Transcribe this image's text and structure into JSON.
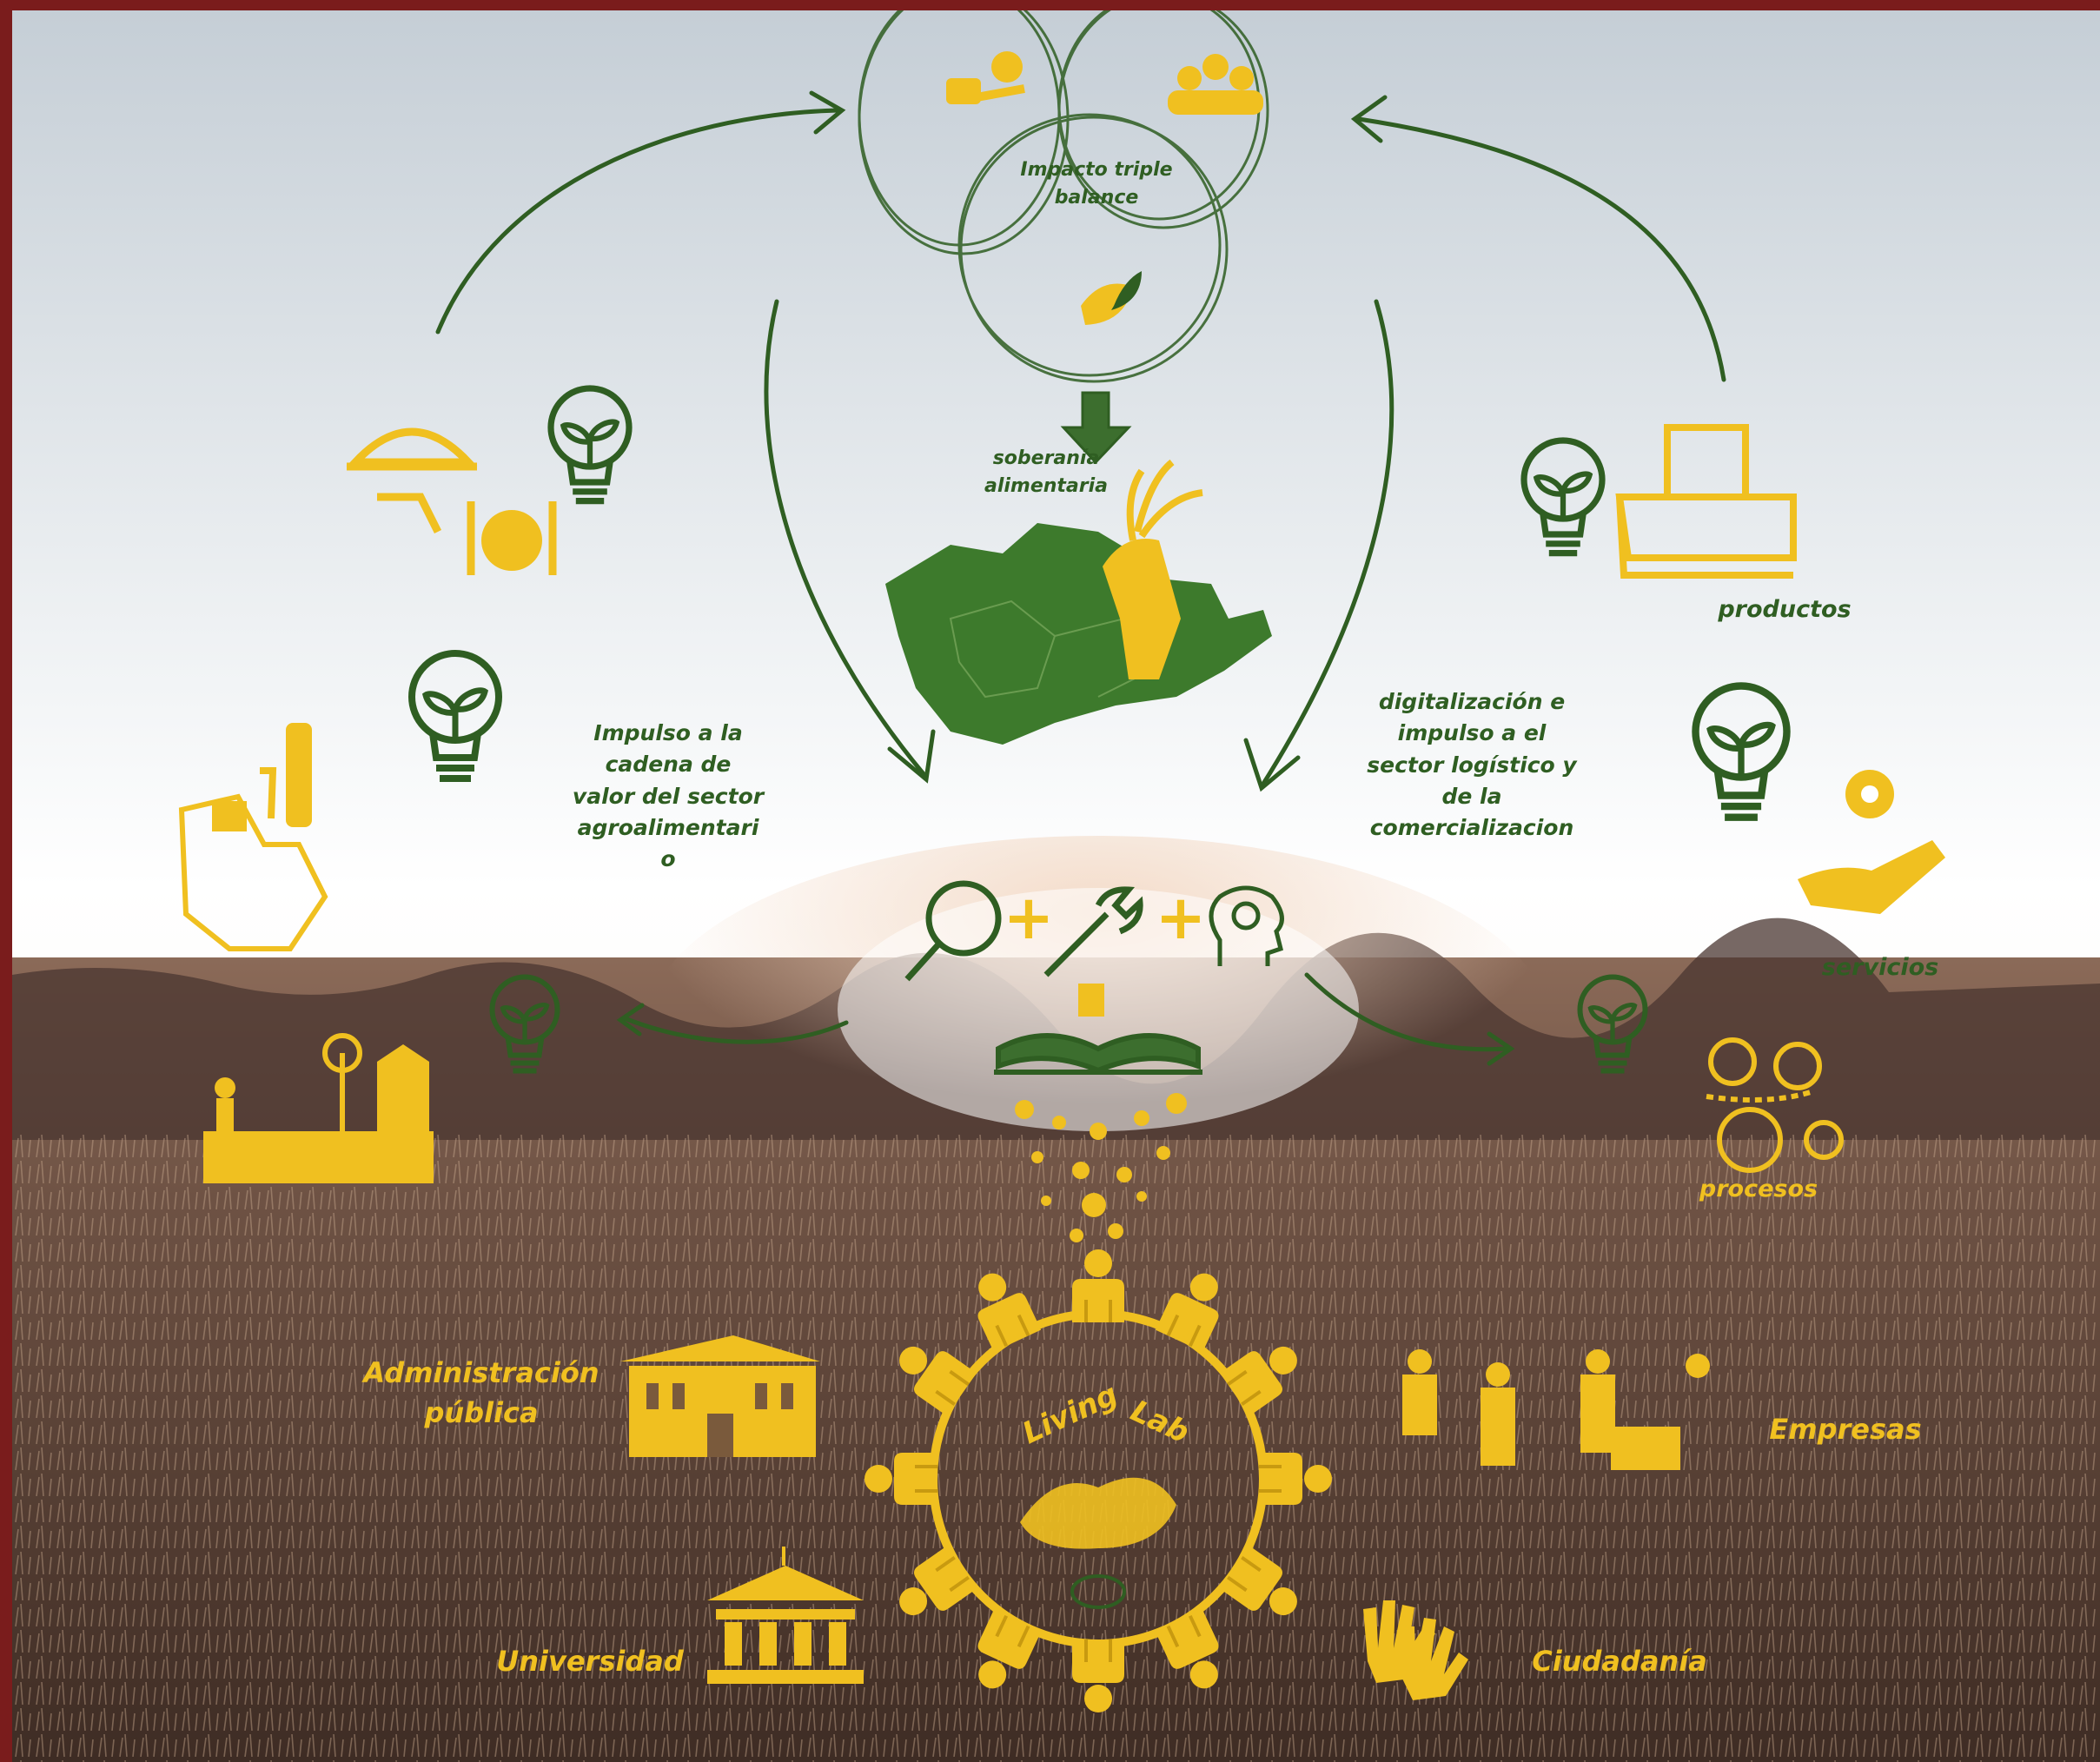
{
  "colors": {
    "frame": "#7a1c1c",
    "green": "#2f5e22",
    "gold": "#f0c020",
    "sky_top": "#c9d3da",
    "sky_glow": "#ffffff",
    "field": "#5a4436"
  },
  "labels": {
    "impact": "Impacto triple\nbalance",
    "food_sovereignty": "soberanía\nalimentaria",
    "products": "productos",
    "value_chain": "Impulso a la\ncadena de\nvalor del sector\nagroalimentari\no",
    "digitalization": "digitalización e\nimpulso a el\nsector logístico y\nde la\ncomercializacion",
    "services": "servicios",
    "processes": "procesos",
    "public_admin": "Administración\npública",
    "companies": "Empresas",
    "university": "Universidad",
    "citizens": "Ciudadanía",
    "living": "Living",
    "lab": "Lab"
  },
  "icons": [
    "hand-money-icon",
    "people-group-icon",
    "leaf-icon",
    "down-arrow-icon",
    "region-map-icon",
    "hand-grain-icon",
    "cloche-icon",
    "plate-cutlery-icon",
    "lightbulb-plant-icon",
    "box-icon",
    "wine-map-icon",
    "gear-hand-icon",
    "magnifier-icon",
    "wrench-icon",
    "head-gear-icon",
    "open-book-icon",
    "farm-icon",
    "process-gears-icon",
    "building-icon",
    "workers-icon",
    "university-icon",
    "hands-icon",
    "people-circle-icon"
  ]
}
